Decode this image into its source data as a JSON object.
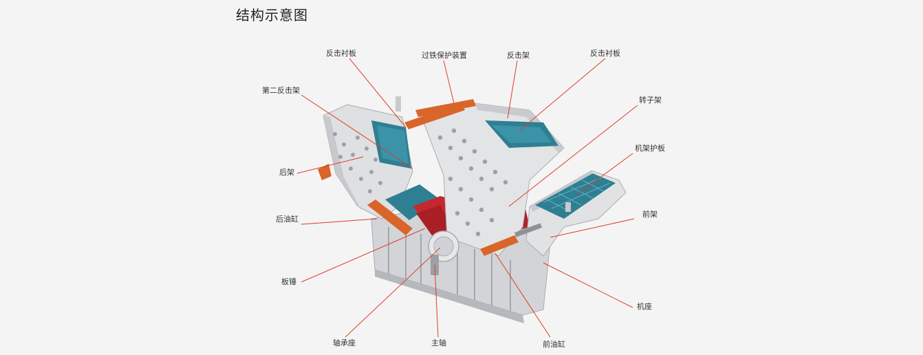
{
  "title": "结构示意图",
  "colors": {
    "leader_line": "#e03a2a",
    "frame": "#dcdcde",
    "frame_dark": "#b9bcc0",
    "liner_teal": "#2f7f93",
    "cylinder_orange": "#d9652a",
    "rotor_red": "#c5282e"
  },
  "labels": {
    "liner_left": "反击衬板",
    "iron_protect": "过铁保护装置",
    "impact_frame": "反击架",
    "liner_right": "反击衬板",
    "second_frame": "第二反击架",
    "rotor_frame": "转子架",
    "frame_guard": "机架护板",
    "rear_frame": "后架",
    "front_frame": "前架",
    "rear_cylinder": "后油缸",
    "blow_bar": "板锤",
    "base": "机座",
    "bearing_seat": "轴承座",
    "main_shaft": "主轴",
    "front_cylinder": "前油缸"
  }
}
